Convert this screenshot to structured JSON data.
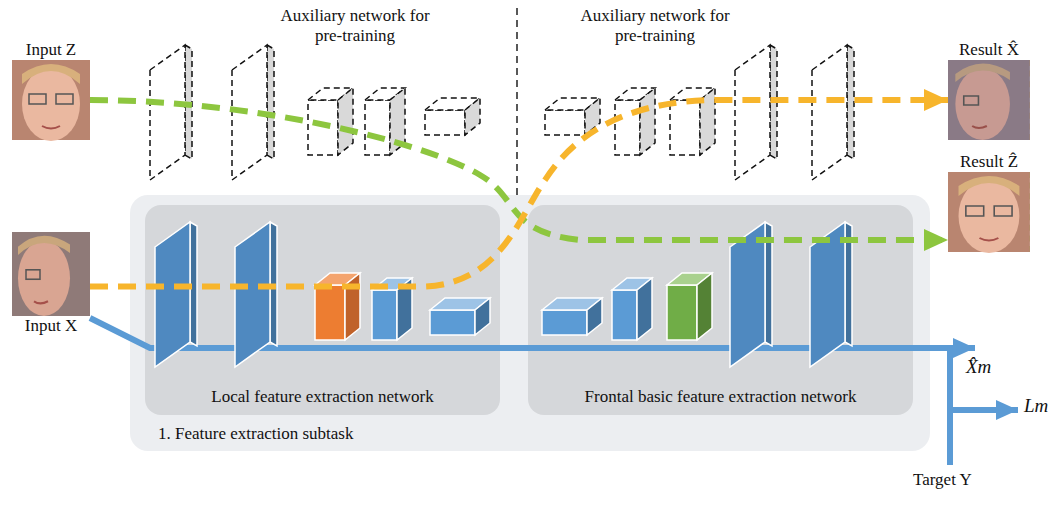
{
  "diagram": {
    "nodes": [
      {
        "text": [
          "Input Z"
        ]
      },
      {
        "text": [
          "Input X"
        ]
      },
      {
        "text": [
          "Result X̂"
        ]
      },
      {
        "text": [
          "Result Ẑ"
        ]
      },
      {
        "text": [
          "1. Feature extraction subtask"
        ]
      },
      {
        "text": [
          "Local feature extraction network"
        ],
        "in": 4
      },
      {
        "text": [
          "Frontal basic feature extraction network"
        ],
        "in": 4
      }
    ],
    "edges": [
      {
        "from": 0,
        "to": 3,
        "arrow": "to"
      },
      {
        "from": 1,
        "to": 2,
        "arrow": "to"
      }
    ],
    "labels": [
      "Auxiliary network for pre-training",
      "Auxiliary network for pre-training",
      "X̂m",
      "Lm",
      "Target Y"
    ]
  }
}
